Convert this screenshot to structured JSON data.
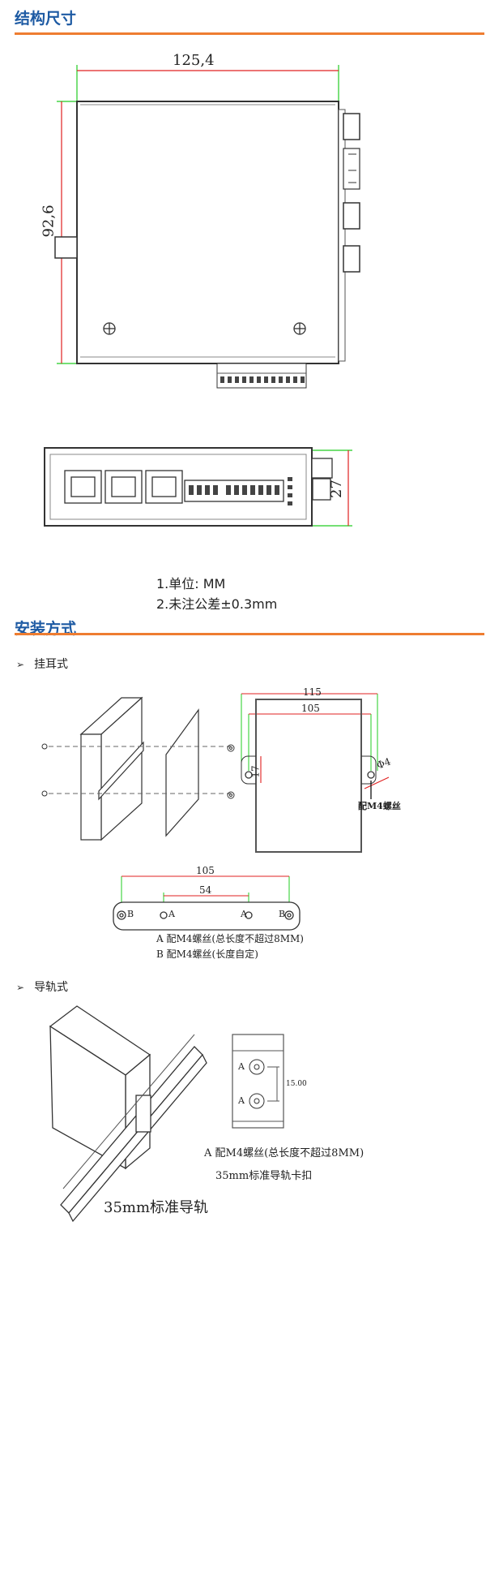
{
  "sections": {
    "structure": {
      "title": "结构尺寸"
    },
    "install": {
      "title": "安装方式"
    }
  },
  "dimensions": {
    "width": "125,4",
    "height": "92,6",
    "depth": "27"
  },
  "notes": [
    "1.单位: MM",
    "2.未注公差±0.3mm"
  ],
  "ear_mount": {
    "label": "挂耳式",
    "dim_outer": "115",
    "dim_inner": "105",
    "dim_slot": "17",
    "dim_hole": "Φ4",
    "screw_callout": "配M4螺丝",
    "bracket_dim_outer": "105",
    "bracket_dim_inner": "54",
    "hole_a": "A",
    "hole_b": "B",
    "legend": [
      "A 配M4螺丝(总长度不超过8MM)",
      "B 配M4螺丝(长度自定)"
    ]
  },
  "rail_mount": {
    "label": "导轨式",
    "rail_label": "35mm标准导轨",
    "clip_dim": "15.00",
    "hole_a": "A",
    "legend": [
      "A 配M4螺丝(总长度不超过8MM)",
      "35mm标准导轨卡扣"
    ]
  },
  "colors": {
    "title": "#1d5aa3",
    "rule": "#ee7d31",
    "dim_red": "#e02020",
    "dim_green": "#22cc22"
  }
}
